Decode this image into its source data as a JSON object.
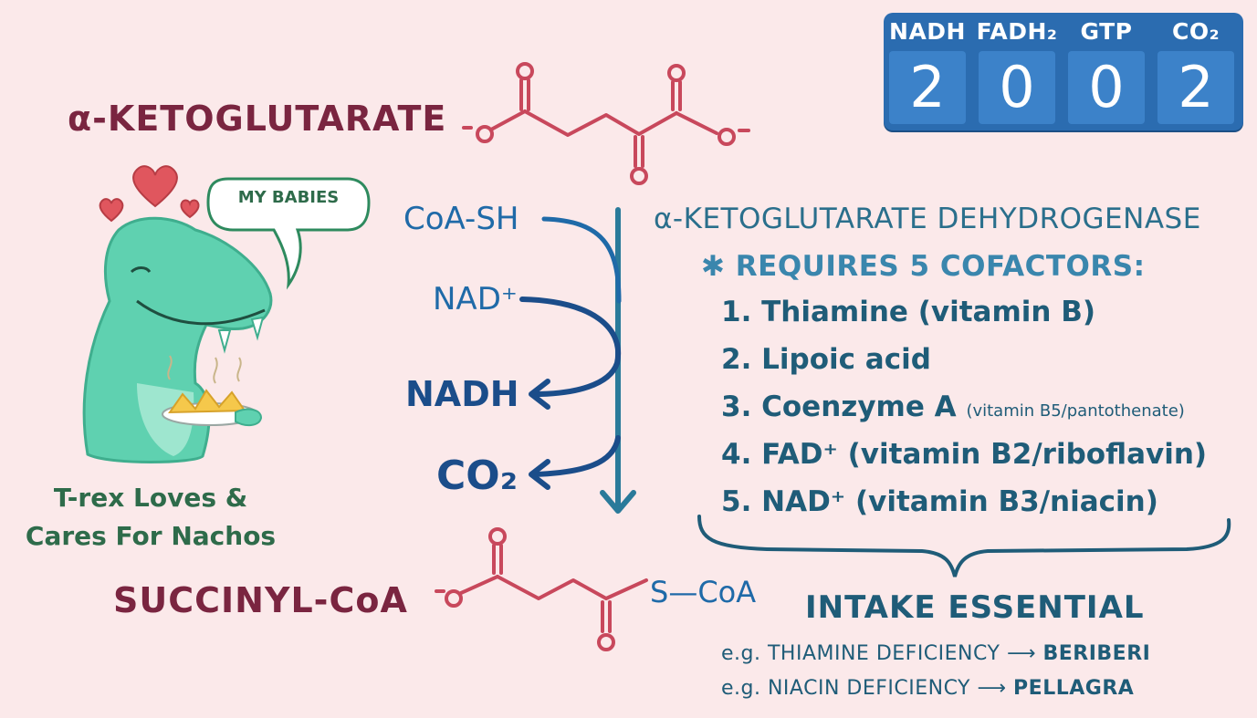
{
  "counter": {
    "items": [
      {
        "label": "NADH",
        "value": "2"
      },
      {
        "label": "FADH₂",
        "value": "0"
      },
      {
        "label": "GTP",
        "value": "0"
      },
      {
        "label": "CO₂",
        "value": "2"
      }
    ]
  },
  "compounds": {
    "substrate": "α-KETOGLUTARATE",
    "product": "SUCCINYL-CoA",
    "product_group": "S—CoA"
  },
  "reagents": {
    "coa_sh": "CoA-SH",
    "nad_plus": "NAD⁺",
    "nadh": "NADH",
    "co2": "CO₂"
  },
  "enzyme": {
    "name": "α-KETOGLUTARATE DEHYDROGENASE",
    "requires": "✱ REQUIRES 5 COFACTORS:",
    "cofactors": [
      {
        "main": "1. Thiamine (vitamin B)",
        "note": ""
      },
      {
        "main": "2. Lipoic acid",
        "note": ""
      },
      {
        "main": "3. Coenzyme A",
        "note": "(vitamin B5/pantothenate)"
      },
      {
        "main": "4. FAD⁺ (vitamin B2/riboflavin)",
        "note": ""
      },
      {
        "main": "5. NAD⁺ (vitamin B3/niacin)",
        "note": ""
      }
    ]
  },
  "intake": {
    "heading": "INTAKE ESSENTIAL",
    "examples": [
      {
        "prefix": "e.g. THIAMINE DEFICIENCY",
        "arrow": "⟶",
        "result": "BERIBERI"
      },
      {
        "prefix": "e.g. NIACIN DEFICIENCY",
        "arrow": "⟶",
        "result": "PELLAGRA"
      }
    ]
  },
  "trex": {
    "speech": "MY BABIES",
    "caption_line1": "T-rex Loves &",
    "caption_line2": "Cares For Nachos"
  },
  "colors": {
    "background": "#fbe9ea",
    "maroon": "#7a2540",
    "molecule": "#c8485c",
    "blue": "#1f6aa8",
    "teal": "#2a6f8c",
    "counter": "#2b6cb0",
    "trex": "#5fd1b0"
  }
}
